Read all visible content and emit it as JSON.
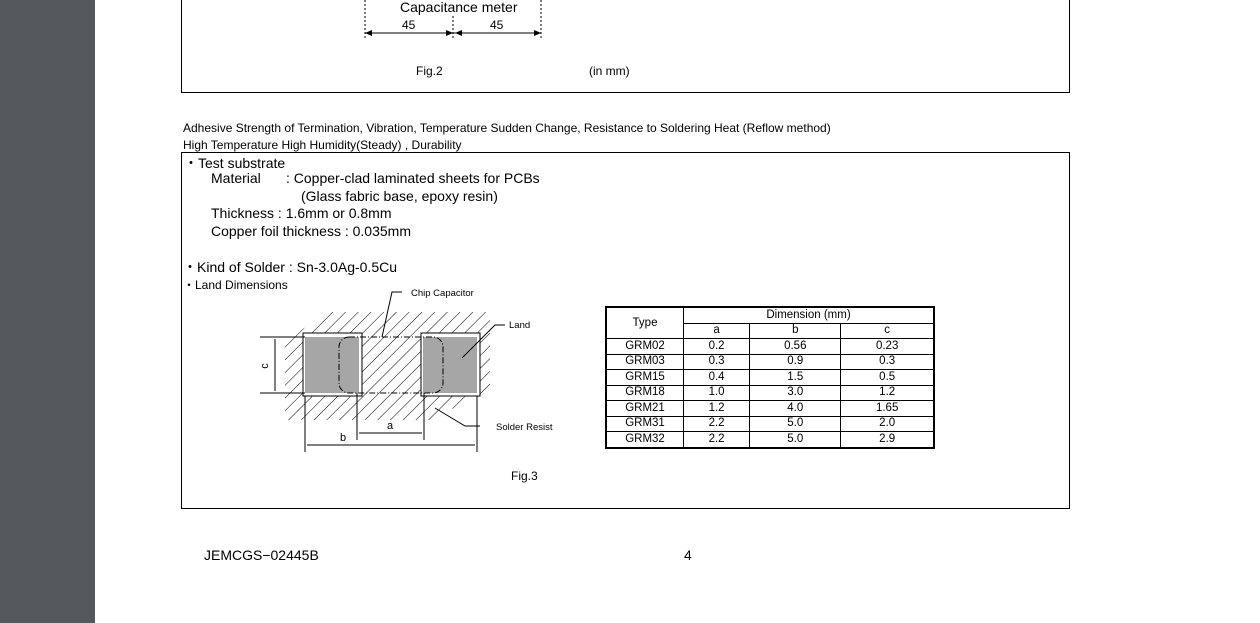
{
  "fig2": {
    "meter_label": "Capacitance meter",
    "dim_left": "45",
    "dim_right": "45",
    "caption": "Fig.2",
    "unit": "(in mm)"
  },
  "section": {
    "heading_line1": "Adhesive Strength of Termination, Vibration, Temperature Sudden Change, Resistance to Soldering Heat (Reflow method)",
    "heading_line2": "High Temperature High Humidity(Steady) , Durability"
  },
  "substrate": {
    "title": "・Test substrate",
    "material_label": "Material",
    "material_value": ":  Copper-clad laminated sheets for PCBs",
    "material_value2": "(Glass fabric base, epoxy resin)",
    "thickness": "Thickness   : 1.6mm or 0.8mm",
    "copper": "Copper foil thickness  : 0.035mm",
    "solder": "・Kind of Solder  :  Sn-3.0Ag-0.5Cu",
    "land": "・Land Dimensions"
  },
  "diagram": {
    "chip_label": "Chip Capacitor",
    "land_label": "Land",
    "resist_label": "Solder Resist",
    "a": "a",
    "b": "b",
    "c": "c"
  },
  "table": {
    "type_header": "Type",
    "dimension_header": "Dimension (mm)",
    "cols": [
      "a",
      "b",
      "c"
    ],
    "rows": [
      [
        "GRM02",
        "0.2",
        "0.56",
        "0.23"
      ],
      [
        "GRM03",
        "0.3",
        "0.9",
        "0.3"
      ],
      [
        "GRM15",
        "0.4",
        "1.5",
        "0.5"
      ],
      [
        "GRM18",
        "1.0",
        "3.0",
        "1.2"
      ],
      [
        "GRM21",
        "1.2",
        "4.0",
        "1.65"
      ],
      [
        "GRM31",
        "2.2",
        "5.0",
        "2.0"
      ],
      [
        "GRM32",
        "2.2",
        "5.0",
        "2.9"
      ]
    ]
  },
  "fig3": {
    "caption": "Fig.3"
  },
  "footer": {
    "doc_id": "JEMCGS−02445B",
    "page": "4"
  }
}
